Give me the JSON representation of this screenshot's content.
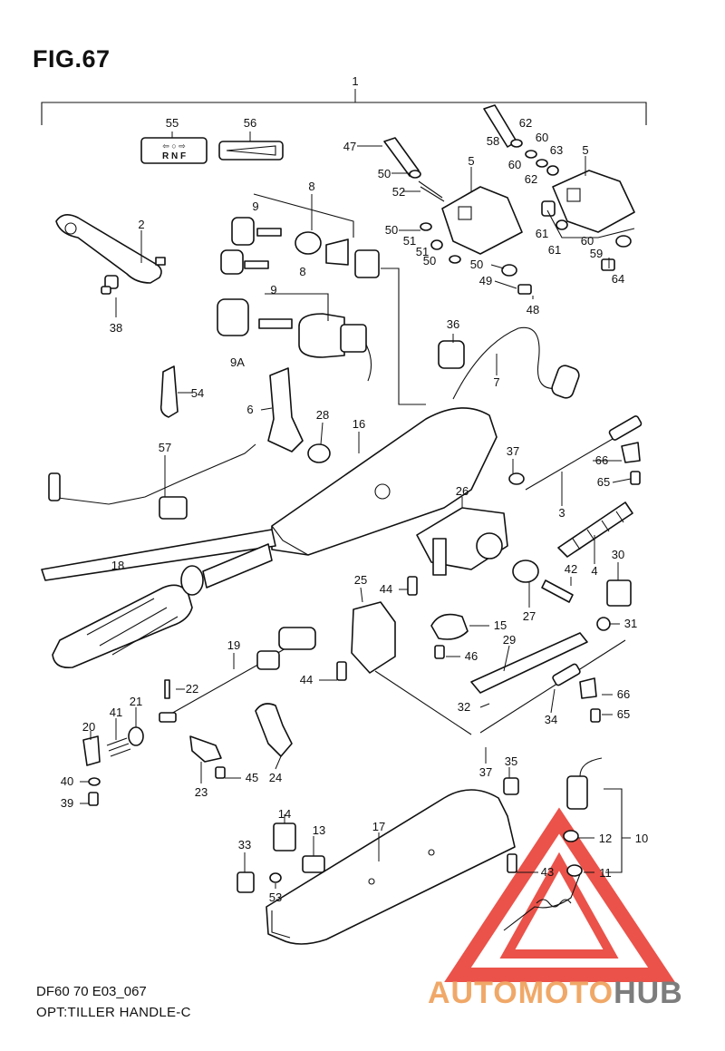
{
  "figure": {
    "title": "FIG.67",
    "code": "DF60 70 E03_067",
    "description": "OPT:TILLER HANDLE-C"
  },
  "decal_55": {
    "text": "R N F"
  },
  "watermark": {
    "brand_part1": "AUTOMOTO",
    "brand_part2": "HUB",
    "color_red": "#e8342a",
    "color_orange": "#f0a868",
    "color_gray": "#7d7d7d"
  },
  "callouts": [
    "1",
    "2",
    "3",
    "4",
    "5",
    "5",
    "6",
    "7",
    "8",
    "8",
    "9",
    "9",
    "9A",
    "10",
    "11",
    "12",
    "13",
    "14",
    "15",
    "16",
    "17",
    "18",
    "19",
    "20",
    "21",
    "22",
    "23",
    "24",
    "25",
    "26",
    "27",
    "28",
    "29",
    "30",
    "31",
    "32",
    "33",
    "34",
    "35",
    "36",
    "37",
    "37",
    "38",
    "39",
    "40",
    "41",
    "42",
    "43",
    "44",
    "44",
    "45",
    "46",
    "47",
    "48",
    "49",
    "50",
    "50",
    "50",
    "50",
    "51",
    "51",
    "52",
    "53",
    "54",
    "55",
    "56",
    "57",
    "58",
    "59",
    "60",
    "60",
    "60",
    "61",
    "61",
    "62",
    "62",
    "63",
    "64",
    "65",
    "65",
    "66",
    "66"
  ]
}
